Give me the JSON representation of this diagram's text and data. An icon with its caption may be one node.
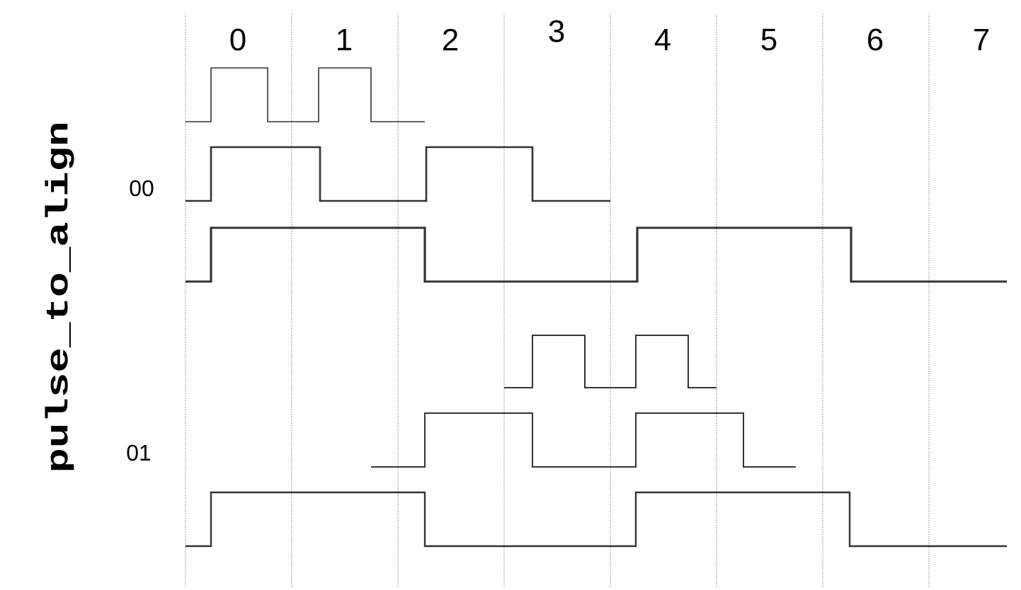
{
  "diagram": {
    "labels": [
      "0",
      "1",
      "2",
      "3",
      "4",
      "5",
      "6",
      "7",
      "pulse_to_align",
      "00",
      "01"
    ]
  }
}
